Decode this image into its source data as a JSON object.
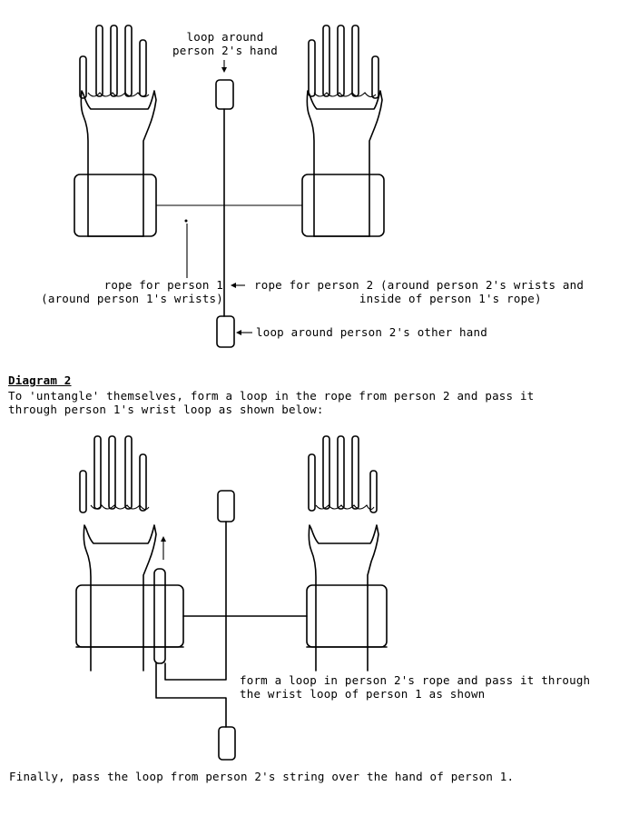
{
  "diagram1": {
    "label_loop_hand": "loop around\nperson 2's hand",
    "label_rope_p1": "rope for person 1\n(around person 1's wrists)",
    "label_rope_p2": "rope for person 2 (around person 2's wrists and\n               inside of person 1's rope)",
    "label_loop_other_hand": "loop around person 2's other hand"
  },
  "diagram2": {
    "heading": "Diagram 2",
    "intro": "To 'untangle' themselves, form a loop in the rope from person 2 and pass it\nthrough person 1's wrist loop as shown below:",
    "label_form_loop": "form a loop in person 2's rope and pass it through\nthe wrist loop of person 1 as shown"
  },
  "footer": {
    "final_text": "Finally, pass the loop from person 2's string over the hand of person 1."
  }
}
